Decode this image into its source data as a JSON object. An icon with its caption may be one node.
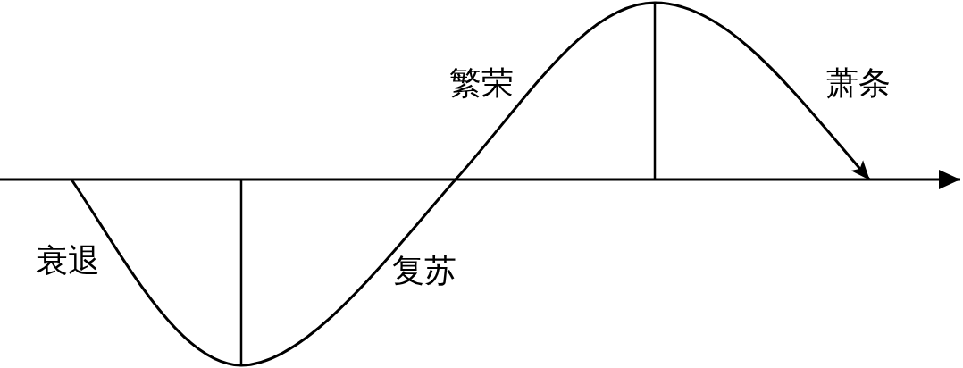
{
  "diagram": {
    "labels": [
      "繁荣",
      "萧条",
      "衰退",
      "复苏"
    ]
  }
}
